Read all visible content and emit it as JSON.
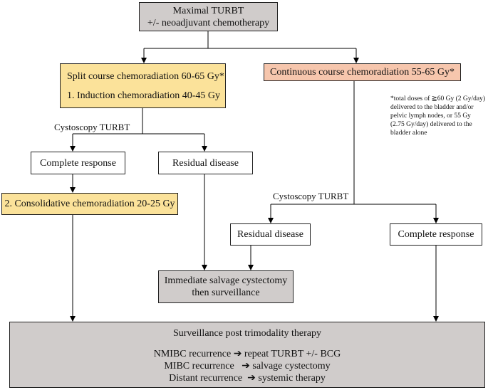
{
  "top_box": {
    "line1": "Maximal TURBT",
    "line2": "+/- neoadjuvant chemotherapy"
  },
  "split_box": {
    "title": "Split course chemoradiation 60-65 Gy*",
    "step": "1. Induction chemoradiation 40-45 Gy"
  },
  "continuous_box": {
    "title": "Continuous course chemoradiation 55-65 Gy*"
  },
  "footnote": "*total doses of ≧60 Gy (2 Gy/day) delivered to the bladder and/or pelvic lymph nodes, or 55 Gy (2.75 Gy/day) delivered to the bladder alone",
  "left_cystoscopy_label": "Cystoscopy TURBT",
  "right_cystoscopy_label": "Cystoscopy TURBT",
  "complete_response_left": "Complete response",
  "residual_disease_left": "Residual disease",
  "consolidative_box": "2. Consolidative chemoradiation 20-25 Gy",
  "residual_disease_right": "Residual disease",
  "complete_response_right": "Complete response",
  "salvage_box": {
    "line1": "Immediate salvage cystectomy",
    "line2": "then surveillance"
  },
  "surveillance_box": {
    "title": "Surveillance post trimodality therapy",
    "lines": [
      "NMIBC recurrence ➔ repeat TURBT +/- BCG",
      "MIBC recurrence   ➔ salvage cystectomy",
      "Distant recurrence  ➔ systemic therapy"
    ]
  },
  "colors": {
    "gray": "#d0cccb",
    "yellow": "#fbe29a",
    "salmon": "#f6c6ad",
    "line": "#000000"
  }
}
